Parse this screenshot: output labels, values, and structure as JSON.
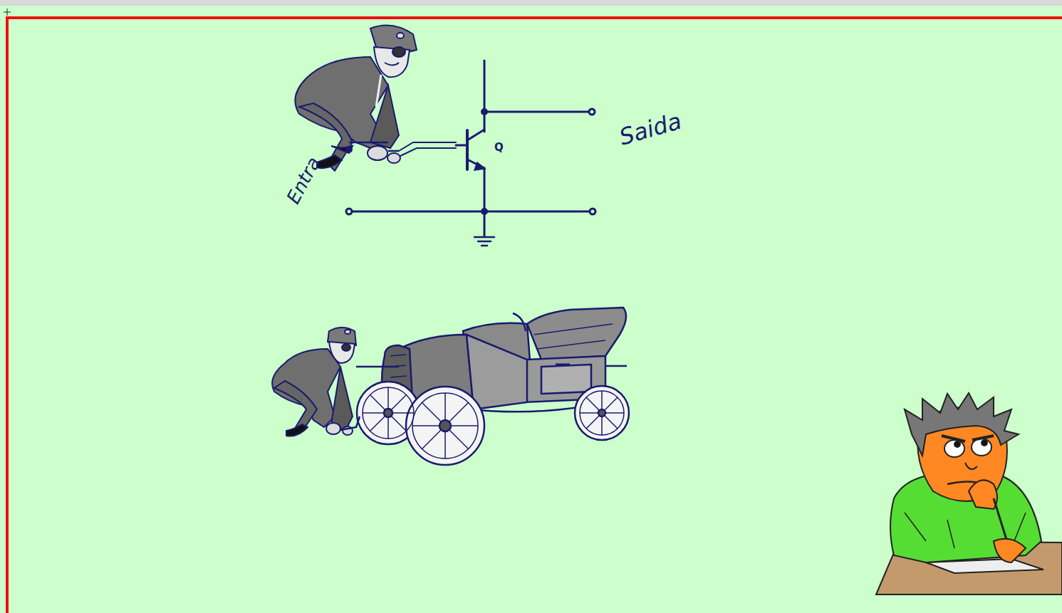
{
  "diagram": {
    "labels": [
      "Entra",
      "Saida",
      "Q"
    ]
  }
}
